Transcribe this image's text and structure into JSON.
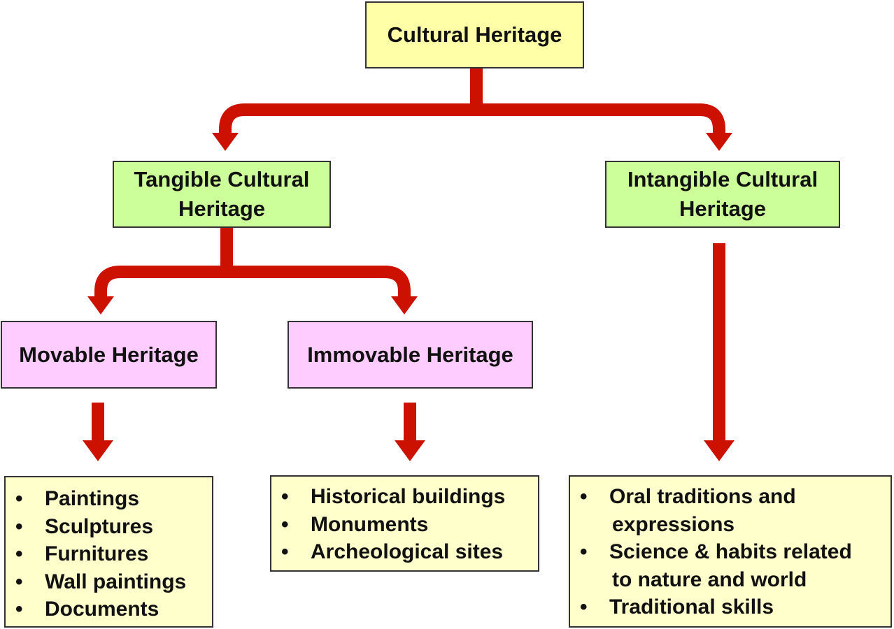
{
  "root": {
    "label": "Cultural Heritage"
  },
  "tangible": {
    "line1": "Tangible Cultural",
    "line2": "Heritage"
  },
  "intangible": {
    "line1": "Intangible Cultural",
    "line2": "Heritage"
  },
  "movable": {
    "label": "Movable Heritage"
  },
  "immovable": {
    "label": "Immovable Heritage"
  },
  "movable_items": [
    "Paintings",
    "Sculptures",
    "Furnitures",
    "Wall paintings",
    "Documents"
  ],
  "immovable_items": [
    "Historical buildings",
    "Monuments",
    "Archeological sites"
  ],
  "intangible_items": [
    [
      "Oral traditions and",
      "expressions"
    ],
    [
      "Science & habits related",
      "to nature and world"
    ],
    [
      "Traditional skills"
    ]
  ],
  "colors": {
    "arrow": "#cc1100",
    "root_fill": "#ffffa8",
    "level1_fill": "#ccff99",
    "level2_fill": "#ffccff",
    "list_fill": "#ffffcc"
  }
}
